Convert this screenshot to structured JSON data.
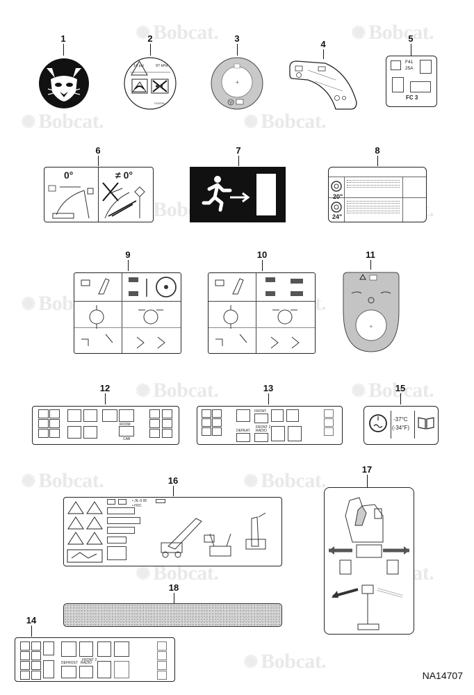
{
  "figure_ref": "NA14707",
  "watermark": "Bobcat.",
  "callouts": [
    "1",
    "2",
    "3",
    "4",
    "5",
    "6",
    "7",
    "8",
    "9",
    "10",
    "11",
    "12",
    "13",
    "14",
    "15",
    "16",
    "17",
    "18"
  ],
  "decal2": {
    "left_value": "14 psi",
    "right_value": "97 kPa"
  },
  "decal5": {
    "fuse": "F41",
    "amps": "25A",
    "cell": "FC 3"
  },
  "decal6": {
    "left_angle": "0°",
    "right_angle": "≠ 0°"
  },
  "decal8": {
    "size_top": "20\"",
    "size_bottom": "24\""
  },
  "decal12": {
    "labels": [
      "ROOM",
      "CAB"
    ]
  },
  "decal13": {
    "labels": [
      "FRONT",
      "DEPEAT",
      "FRONT 2",
      "RADIO"
    ]
  },
  "decal15": {
    "temp_c": "-37°C",
    "temp_f": "(-34°F)"
  },
  "decal16": {
    "notes": [
      "• JIL-5 95",
      "• HVC"
    ]
  },
  "decal14": {
    "labels": [
      "FRONT 2",
      "DEFROST",
      "RADIO"
    ]
  }
}
